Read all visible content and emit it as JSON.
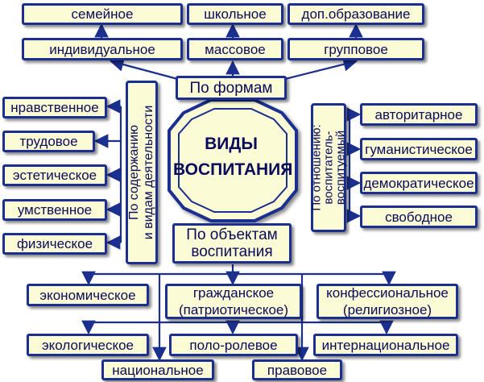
{
  "center": {
    "line1": "ВИДЫ",
    "line2": "ВОСПИТАНИЯ"
  },
  "by_form": {
    "label": "По формам",
    "top": [
      "семейное",
      "школьное",
      "доп.образование"
    ],
    "middle": [
      "индивидуальное",
      "массовое",
      "групповое"
    ]
  },
  "by_content": {
    "label_line1": "По содержанию",
    "label_line2": "и видам деятельности",
    "items": [
      "нравственное",
      "трудовое",
      "эстетическое",
      "умственное",
      "физическое"
    ]
  },
  "by_relation": {
    "label_line1": "По отношению:",
    "label_line2": "воспитатель-",
    "label_line3": "воспитуемый",
    "items": [
      "авторитарное",
      "гуманистическое",
      "демократическое",
      "свободное"
    ]
  },
  "by_object": {
    "label_line1": "По объектам",
    "label_line2": "воспитания",
    "row1": [
      "экономическое",
      "гражданское",
      "(патриотическое)",
      "конфессиональное",
      "(религиозное)"
    ],
    "row2": [
      "экологическое",
      "поло-ролевое",
      "интернациональное"
    ],
    "row3": [
      "национальное",
      "правовое"
    ]
  },
  "colors": {
    "line": "#1b2f8f",
    "box_fill": "#fbfbd6",
    "text": "#0a0a5a"
  }
}
